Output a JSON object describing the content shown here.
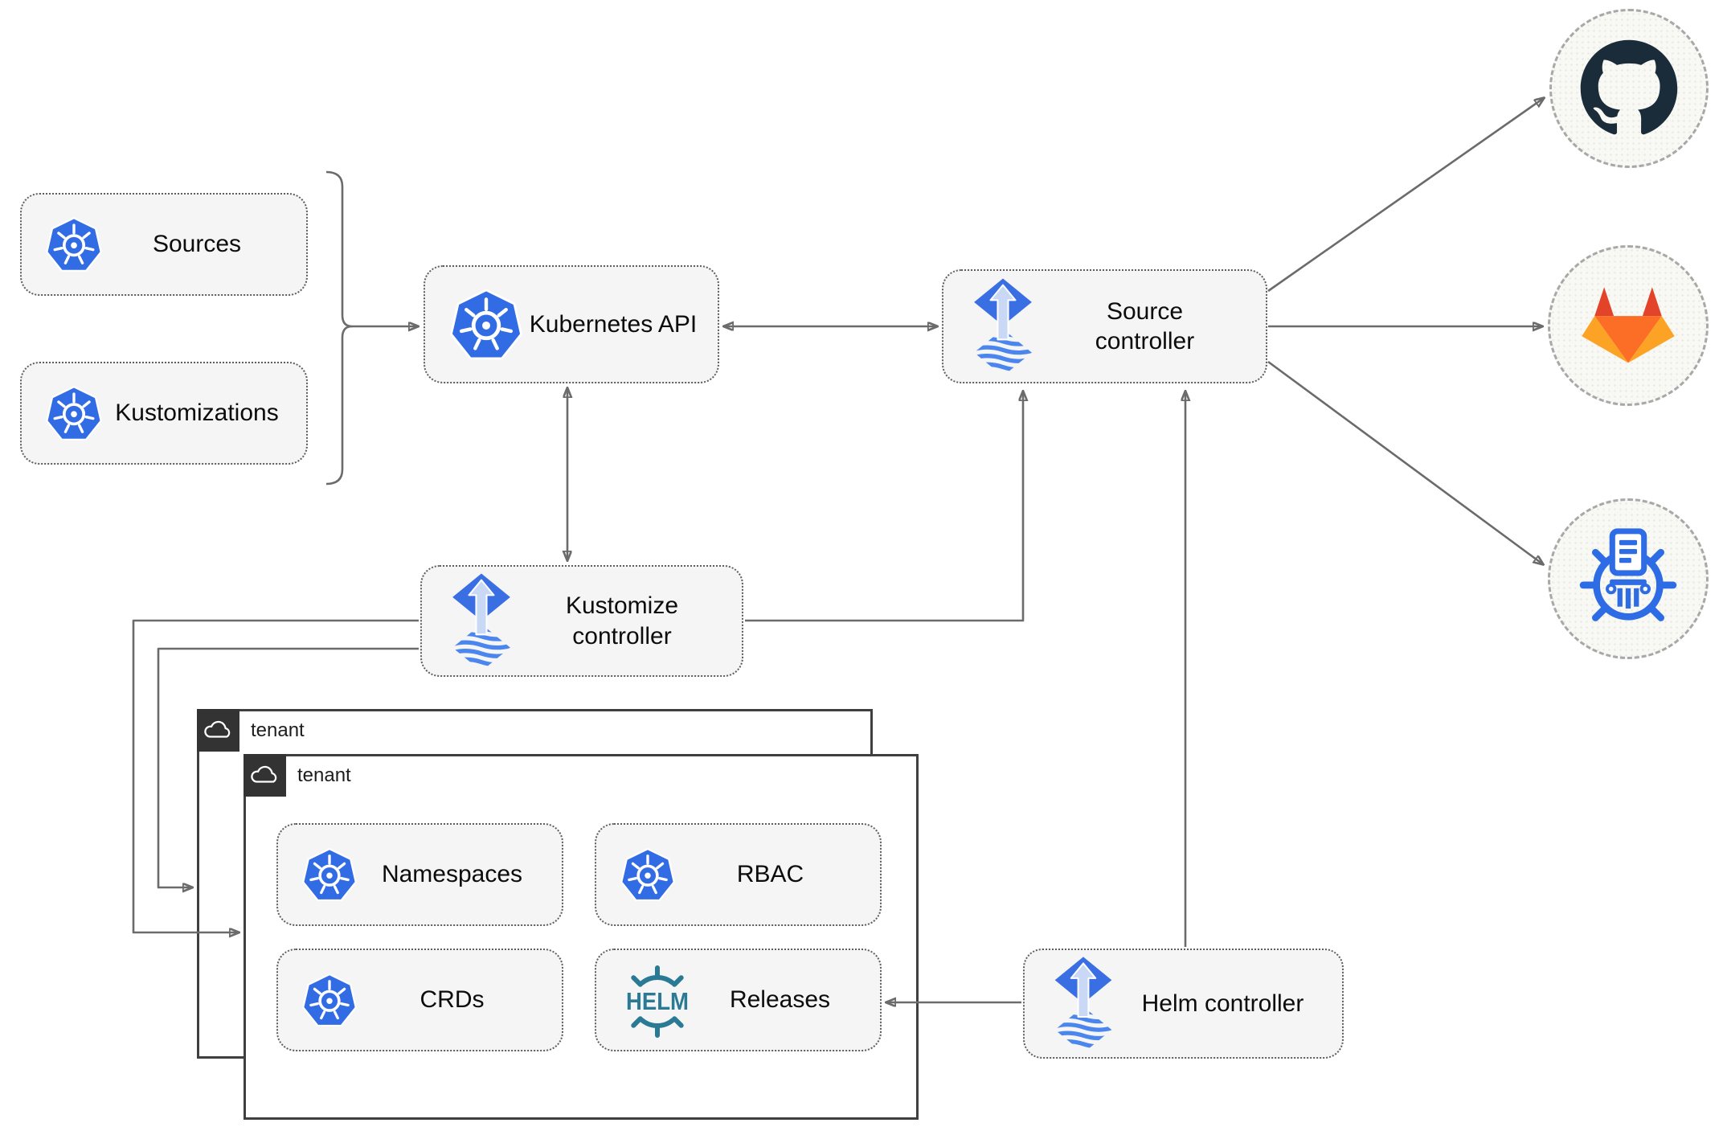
{
  "diagram": {
    "nodes": {
      "sources": "Sources",
      "kustomizations": "Kustomizations",
      "kubernetes_api": "Kubernetes API",
      "source_controller": "Source controller",
      "kustomize_controller": "Kustomize controller",
      "helm_controller": "Helm controller",
      "namespaces": "Namespaces",
      "rbac": "RBAC",
      "crds": "CRDs",
      "releases": "Releases"
    },
    "tenants": {
      "outer_label": "tenant",
      "inner_label": "tenant"
    },
    "logo_text": {
      "helm": "HELM"
    },
    "external_targets": [
      "github",
      "gitlab",
      "chartmuseum-helm-repository"
    ],
    "icons": [
      "kubernetes-icon",
      "flux-icon",
      "helm-icon",
      "cloud-icon",
      "github-icon",
      "gitlab-icon",
      "chartmuseum-icon"
    ]
  },
  "colors": {
    "k8s_blue": "#326ce5",
    "flux_blue": "#3a6fe3",
    "flux_stripe": "#4b85ee",
    "flux_arrow": "#c9d9f5",
    "helm_teal": "#2a7a96",
    "github_dark": "#1a2b3a",
    "gitlab_dark_orange": "#e24329",
    "gitlab_orange": "#fc6d26",
    "gitlab_light_orange": "#fca326",
    "cm_blue": "#2d6ce4",
    "line_gray": "#6b6b6b",
    "border_dot": "#5e5e5e",
    "tenant_dark": "#333333",
    "tenant_border": "#3f3f3f",
    "box_bg": "#f5f5f5",
    "hub_bg": "#f8f8f4",
    "hub_border": "#a8a8a8"
  }
}
